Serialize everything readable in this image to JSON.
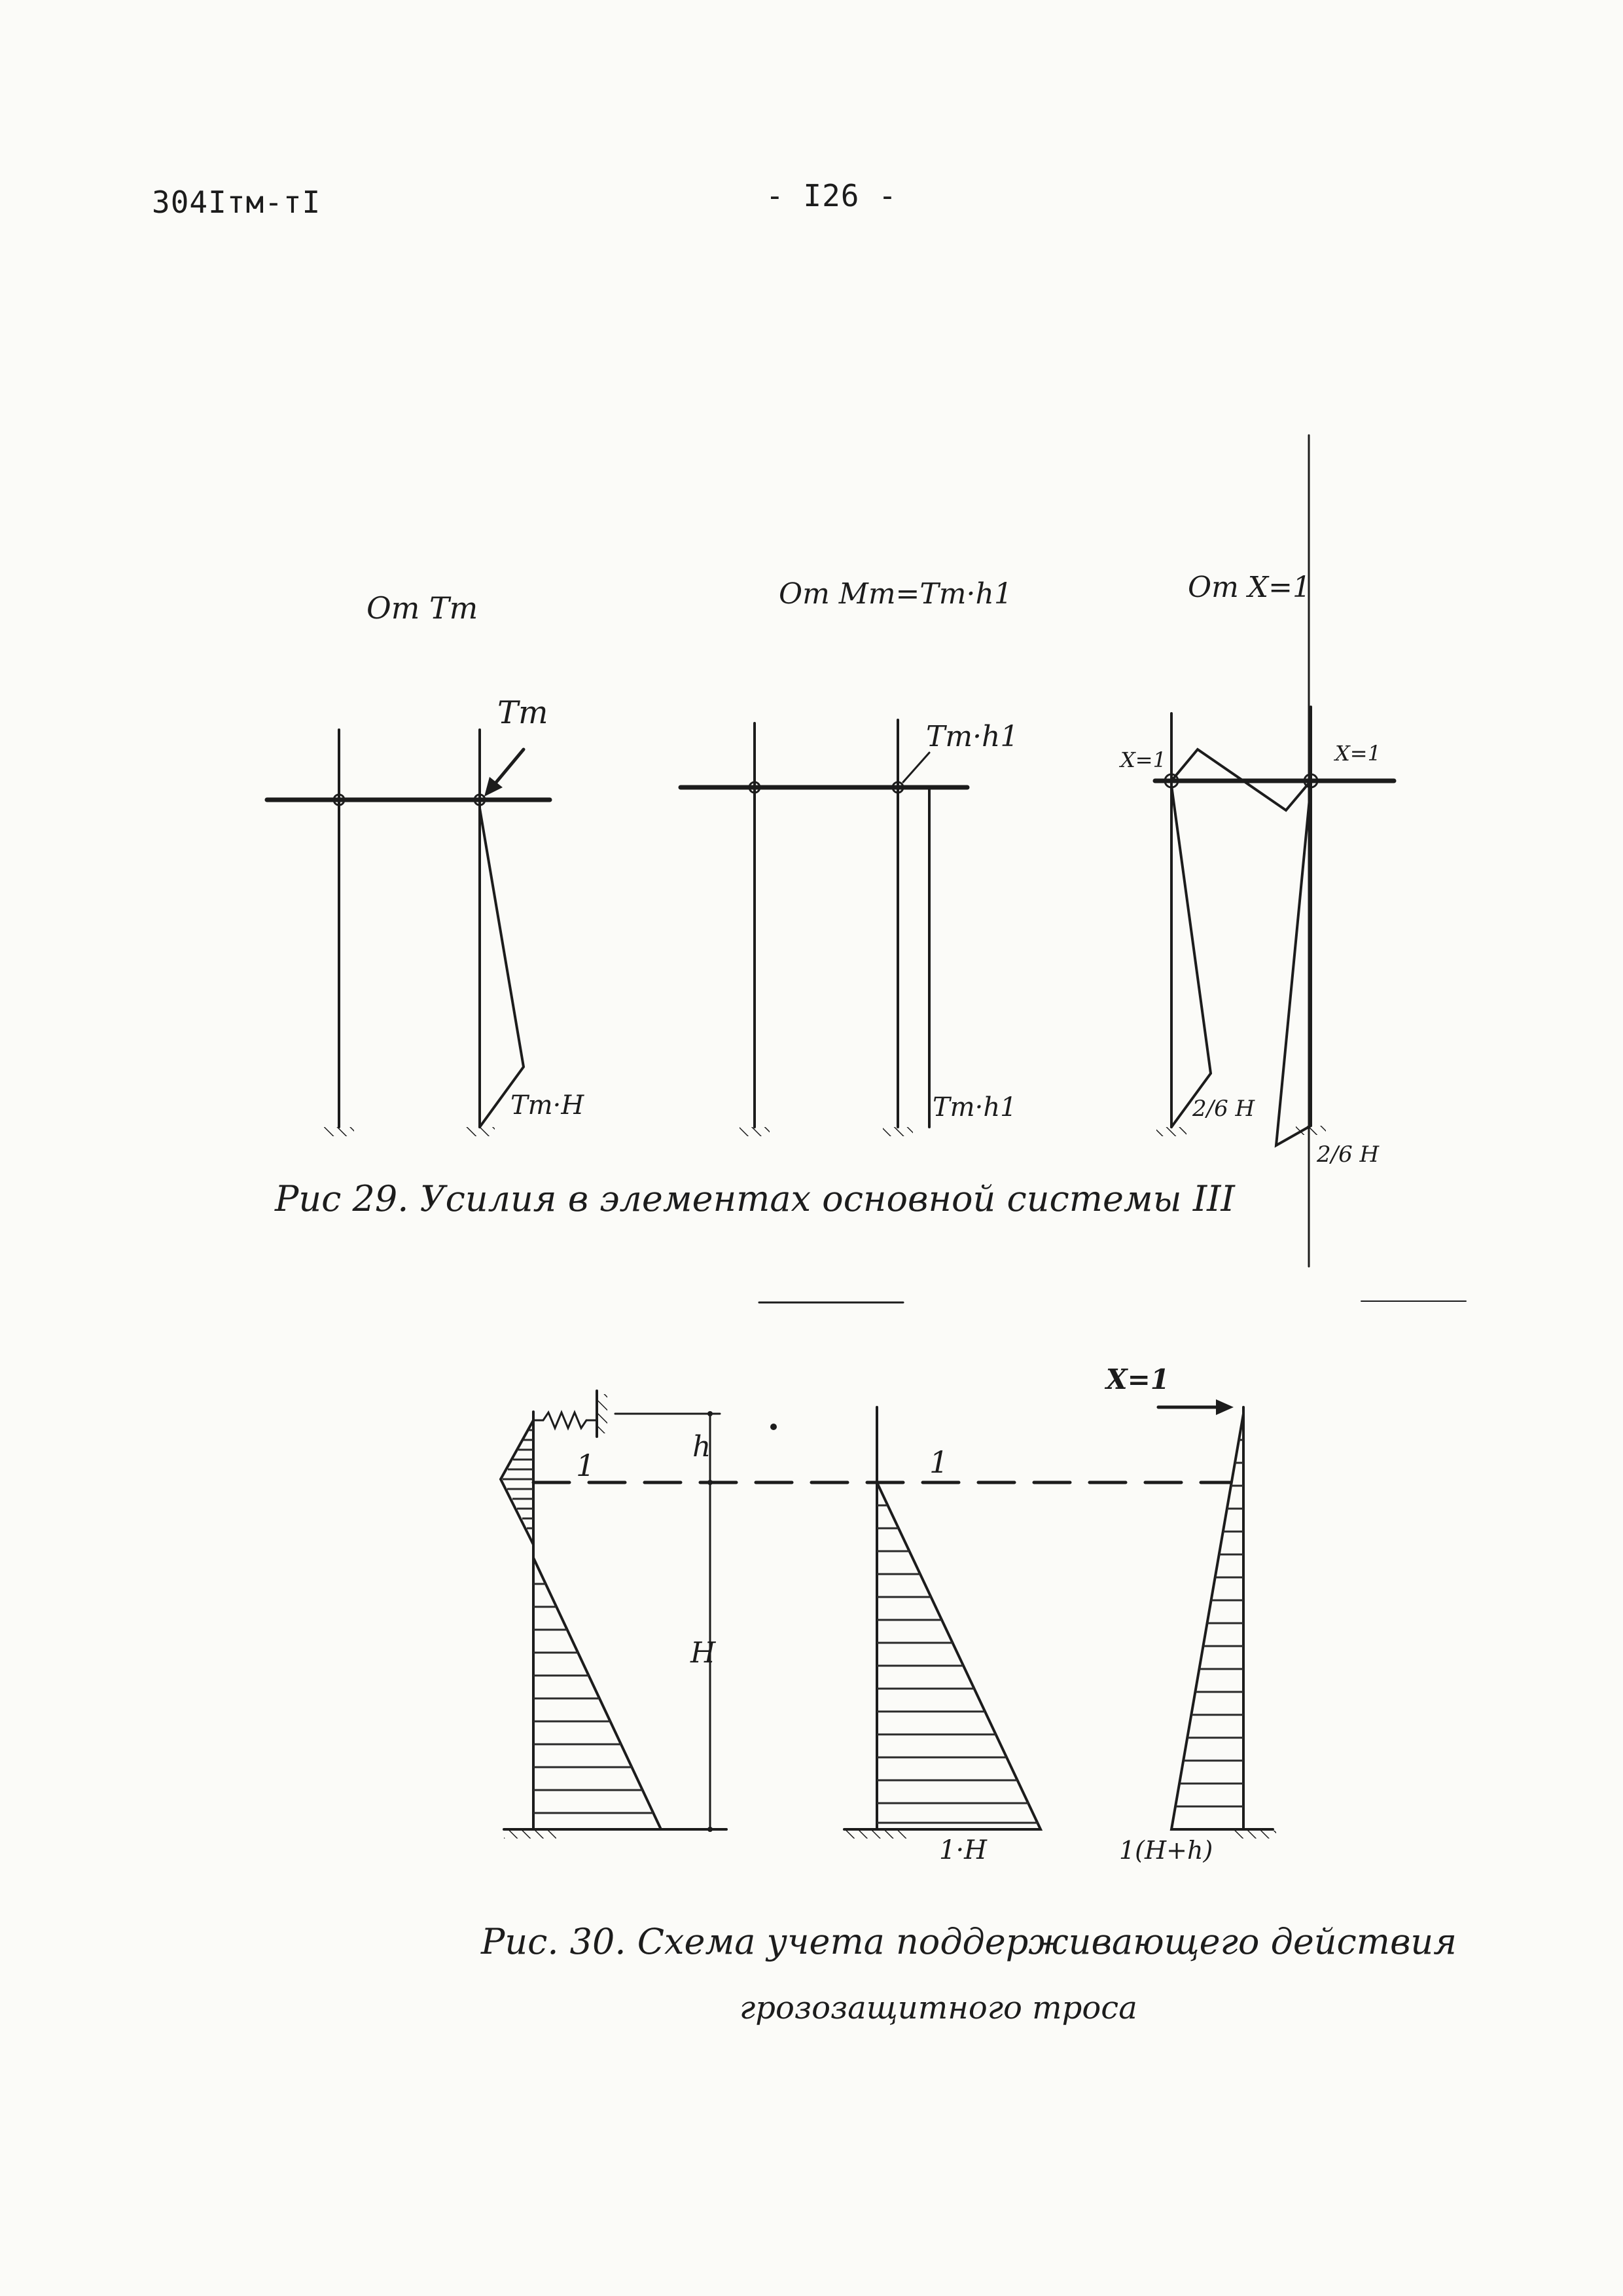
{
  "header": {
    "doc_code": "304Iтм-тI",
    "page_number": "- I26 -"
  },
  "figure29": {
    "caption": "Рис 29. Усилия в элементах основной системы III",
    "panel1": {
      "title": "От Tт",
      "load_label": "Tт",
      "moment_label": "Tт·H"
    },
    "panel2": {
      "title": "От Mт=Tт·h1",
      "moment_top_label": "Tт·h1",
      "moment_bottom_label": "Tт·h1"
    },
    "panel3": {
      "title": "От X=1",
      "x_left": "X=1",
      "x_right": "X=1",
      "moment_left": "2/6 H",
      "moment_right": "2/6 H"
    }
  },
  "figure30": {
    "caption_line1": "Рис. 30. Схема учета поддерживающего действия",
    "caption_line2": "грозозащитного троса",
    "dim_h": "h",
    "dim_H": "H",
    "label_one_left": "1",
    "label_one_mid": "1",
    "x_label": "X=1",
    "moment_mid": "1·H",
    "moment_right": "1(H+h)"
  }
}
